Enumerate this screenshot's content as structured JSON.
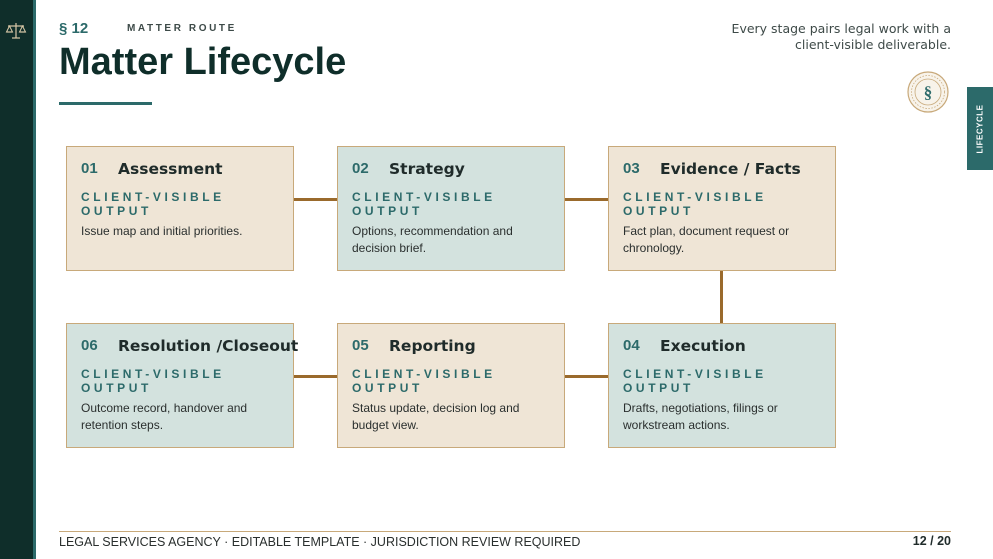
{
  "header": {
    "section": "§ 12",
    "eyebrow": "MATTER ROUTE",
    "title": "Matter Lifecycle",
    "subtitle": "Every stage pairs legal work with a client-visible deliverable."
  },
  "seal_symbol": "§",
  "side_tab": "LIFECYCLE",
  "icons": {
    "sidebar": "scales-of-justice-icon",
    "seal": "section-seal-icon"
  },
  "colors": {
    "accent": "#2c6a6a",
    "dark": "#0f2e2a",
    "connector": "#9a6a2c",
    "beige": "#efe5d6",
    "teal": "#d3e2de"
  },
  "stages": [
    {
      "num": "01",
      "name": "Assessment",
      "label": "CLIENT-VISIBLE OUTPUT",
      "desc": "Issue map and initial priorities."
    },
    {
      "num": "02",
      "name": "Strategy",
      "label": "CLIENT-VISIBLE OUTPUT",
      "desc": "Options, recommendation and decision brief."
    },
    {
      "num": "03",
      "name": "Evidence / Facts",
      "label": "CLIENT-VISIBLE OUTPUT",
      "desc": "Fact plan, document request or chronology."
    },
    {
      "num": "04",
      "name": "Execution",
      "label": "CLIENT-VISIBLE OUTPUT",
      "desc": "Drafts, negotiations, filings or workstream actions."
    },
    {
      "num": "05",
      "name": "Reporting",
      "label": "CLIENT-VISIBLE OUTPUT",
      "desc": "Status update, decision log and budget view."
    },
    {
      "num": "06",
      "name": "Resolution /Closeout",
      "label": "CLIENT-VISIBLE OUTPUT",
      "desc": "Outcome record, handover and retention steps."
    }
  ],
  "footer": {
    "text": "LEGAL SERVICES AGENCY · EDITABLE TEMPLATE · JURISDICTION REVIEW REQUIRED",
    "page": "12 / 20"
  }
}
